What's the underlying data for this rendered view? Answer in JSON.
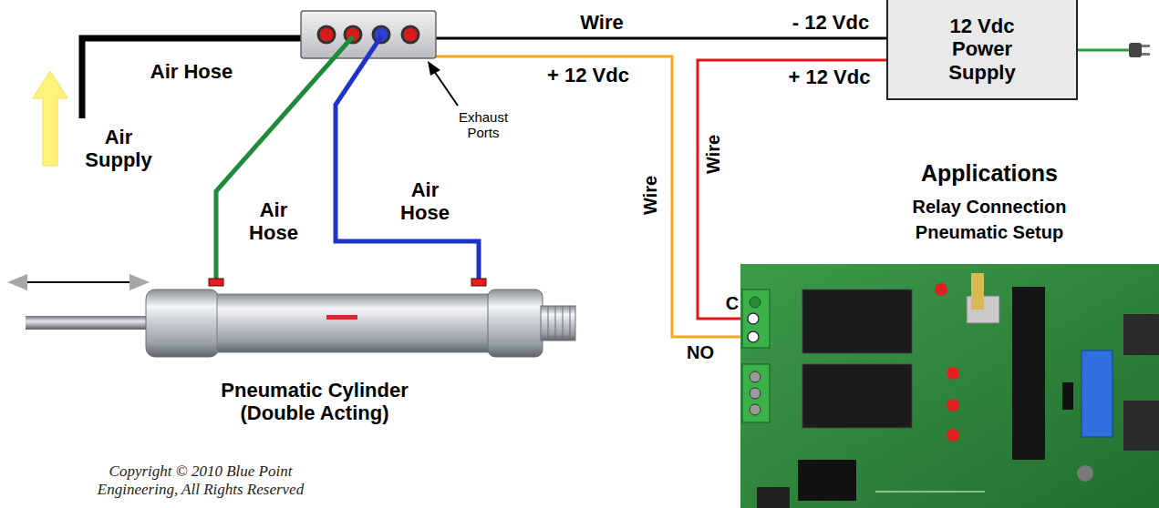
{
  "diagram": {
    "title": "Applications",
    "nodes": [
      {
        "text": [
          "12 Vdc Power Supply"
        ]
      }
    ],
    "labels": [
      "Air Hose",
      "Air Supply",
      "Wire",
      "- 12 Vdc",
      "+ 12 Vdc",
      "+ 12 Vdc",
      "Exhaust Ports",
      "Wire",
      "Wire",
      "Relay Connection",
      "Pneumatic Setup",
      "Air Hose",
      "Air Hose",
      "C",
      "NO",
      "Pneumatic Cylinder (Double Acting)",
      "Copyright © 2010 Blue Point Engineering, All Rights Reserved"
    ]
  }
}
